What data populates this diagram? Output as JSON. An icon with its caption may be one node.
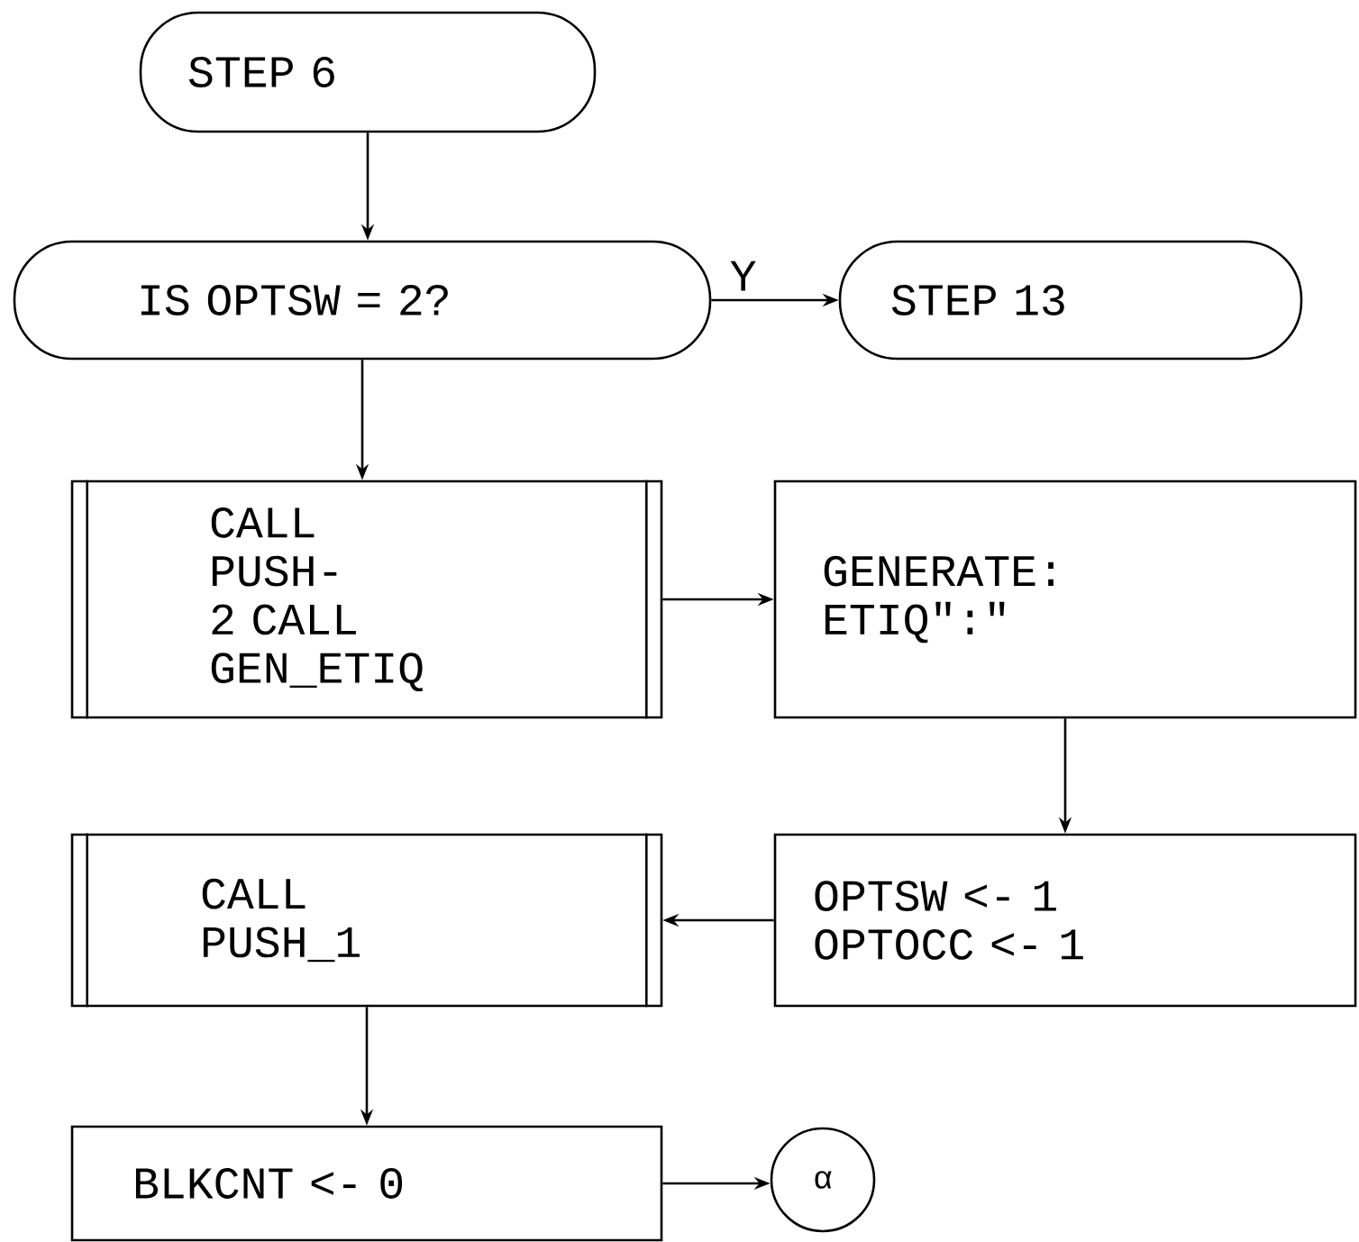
{
  "diagram": {
    "nodes": [
      {
        "text": [
          "STEP 6"
        ]
      },
      {
        "text": [
          "IS OPTSW = 2?"
        ]
      },
      {
        "text": [
          "STEP 13"
        ]
      },
      {
        "text": [
          "CALL PUSH-2 CALL GEN_ETIQ"
        ]
      },
      {
        "text": [
          "GENERATE: ETIQ\":\""
        ]
      },
      {
        "text": [
          "OPTSW <- 1 OPTOCC <- 1"
        ]
      },
      {
        "text": [
          "CALL PUSH_1"
        ]
      },
      {
        "text": [
          "BLKCNT <- 0"
        ]
      },
      {
        "text": [
          "α"
        ]
      }
    ],
    "edges": [
      {
        "from": 0,
        "to": 1,
        "arrow": "to"
      },
      {
        "from": 1,
        "to": 2,
        "arrow": "to",
        "label": "Y"
      },
      {
        "from": 1,
        "to": 3,
        "arrow": "to"
      },
      {
        "from": 3,
        "to": 4,
        "arrow": "to"
      },
      {
        "from": 4,
        "to": 5,
        "arrow": "to"
      },
      {
        "from": 5,
        "to": 6,
        "arrow": "to"
      },
      {
        "from": 6,
        "to": 7,
        "arrow": "to"
      },
      {
        "from": 7,
        "to": 8,
        "arrow": "to"
      }
    ]
  }
}
